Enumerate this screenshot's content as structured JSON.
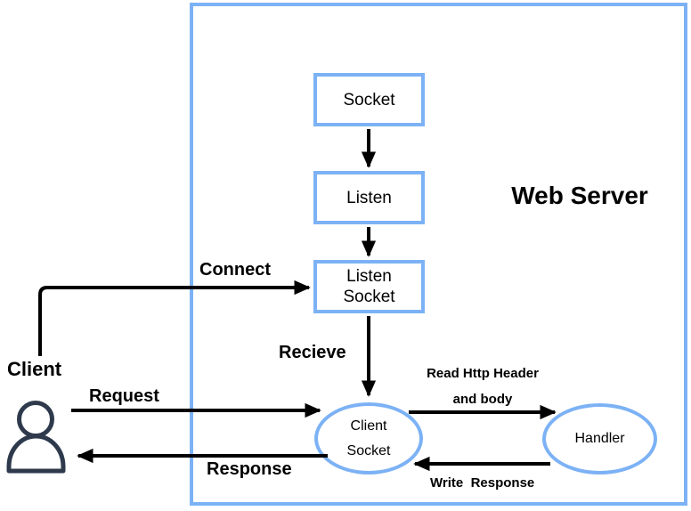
{
  "title": "Web Server",
  "nodes": {
    "socket": "Socket",
    "listen": "Listen",
    "listen_socket_line1": "Listen",
    "listen_socket_line2": "Socket",
    "client_socket_line1": "Client",
    "client_socket_line2": "Socket",
    "handler": "Handler"
  },
  "labels": {
    "connect": "Connect",
    "recieve": "Recieve",
    "client": "Client",
    "request": "Request",
    "response": "Response",
    "read_http_header_line1": "Read Http Header",
    "read_http_header_line2": "and body",
    "write_response": "Write  Response"
  },
  "icons": {
    "client_person": "person-icon"
  },
  "colors": {
    "node_border": "#7CB2F5",
    "arrow": "#000000",
    "person_icon": "#2E3A4C",
    "text": "#000000",
    "background": "#FFFFFF"
  }
}
